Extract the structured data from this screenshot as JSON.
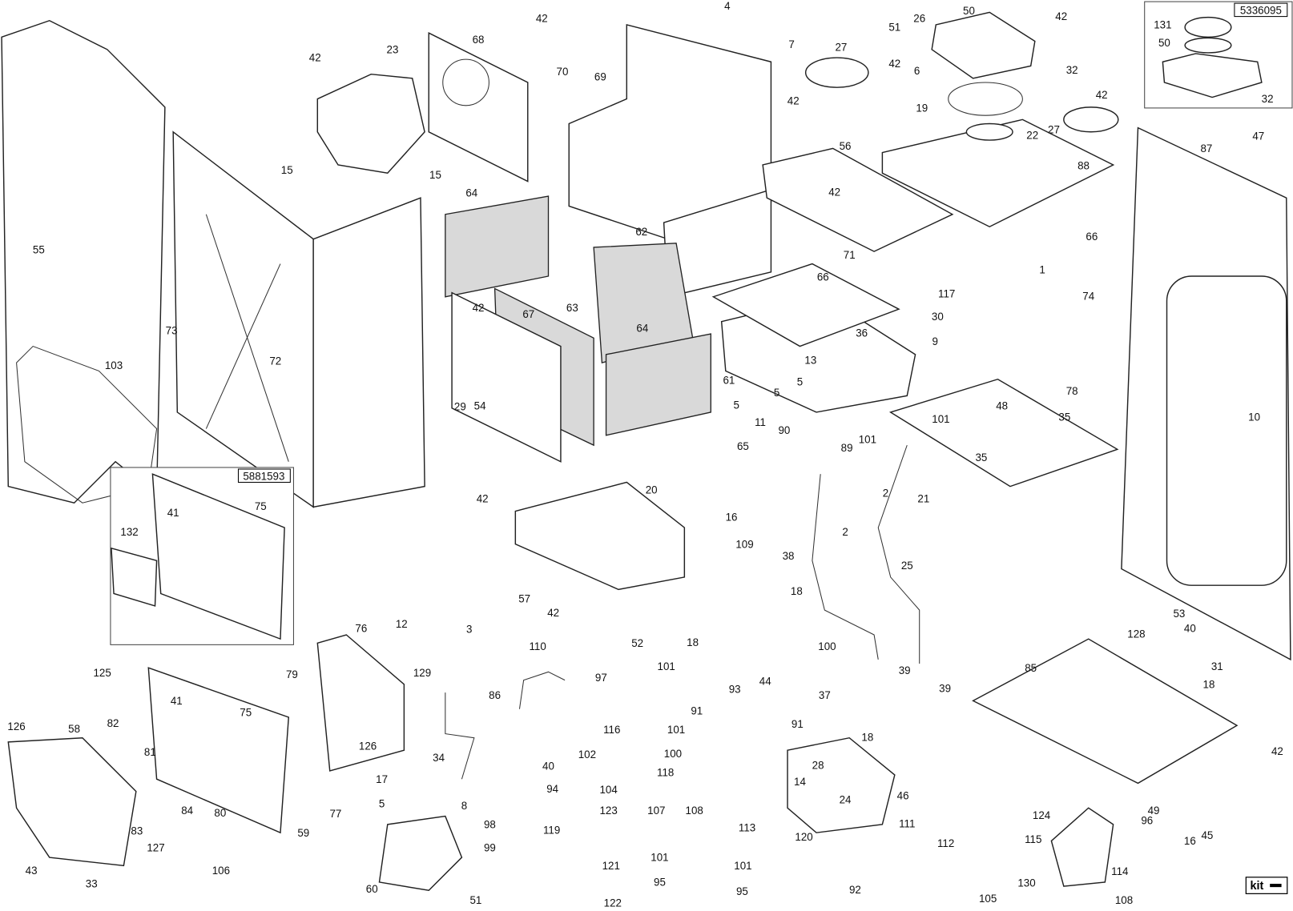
{
  "diagram": {
    "inset_top_code": "5336095",
    "inset_left_code": "5881593",
    "kit_legend": "kit",
    "callouts": [
      "42",
      "4",
      "68",
      "7",
      "70",
      "69",
      "42",
      "42",
      "23",
      "26",
      "50",
      "42",
      "51",
      "42",
      "6",
      "27",
      "32",
      "19",
      "22",
      "27",
      "42",
      "131",
      "50",
      "32",
      "47",
      "87",
      "88",
      "56",
      "42",
      "15",
      "15",
      "64",
      "62",
      "55",
      "66",
      "71",
      "1",
      "66",
      "117",
      "74",
      "63",
      "67",
      "42",
      "30",
      "9",
      "73",
      "72",
      "103",
      "64",
      "36",
      "13",
      "61",
      "5",
      "5",
      "78",
      "48",
      "10",
      "35",
      "101",
      "29",
      "54",
      "5",
      "11",
      "90",
      "89",
      "101",
      "35",
      "65",
      "2",
      "21",
      "20",
      "42",
      "16",
      "2",
      "41",
      "75",
      "132",
      "109",
      "38",
      "25",
      "18",
      "57",
      "12",
      "3",
      "42",
      "53",
      "128",
      "40",
      "31",
      "18",
      "110",
      "52",
      "18",
      "76",
      "100",
      "39",
      "39",
      "101",
      "37",
      "44",
      "85",
      "125",
      "129",
      "79",
      "97",
      "86",
      "93",
      "91",
      "91",
      "116",
      "101",
      "75",
      "41",
      "126",
      "58",
      "82",
      "126",
      "18",
      "81",
      "102",
      "100",
      "28",
      "14",
      "24",
      "46",
      "42",
      "34",
      "40",
      "118",
      "104",
      "17",
      "5",
      "8",
      "94",
      "84",
      "80",
      "123",
      "107",
      "108",
      "83",
      "77",
      "59",
      "98",
      "119",
      "99",
      "113",
      "120",
      "111",
      "124",
      "96",
      "49",
      "115",
      "16",
      "45",
      "112",
      "127",
      "106",
      "43",
      "121",
      "101",
      "101",
      "114",
      "33",
      "60",
      "95",
      "95",
      "92",
      "130",
      "122",
      "51",
      "105",
      "108"
    ]
  }
}
